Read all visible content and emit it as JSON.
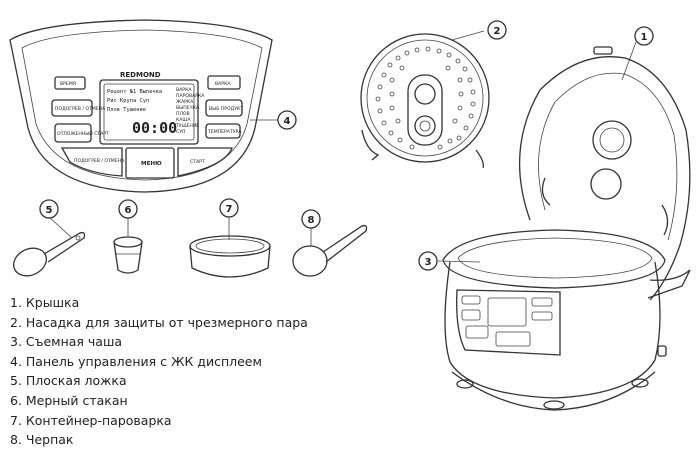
{
  "panel": {
    "brand": "REDMOND",
    "left_buttons": [
      "ВРЕМЯ",
      "ПОДОГРЕВ / ОТМЕНА",
      "ОТЛОЖЕННЫЙ СТАРТ"
    ],
    "right_buttons": [
      "ВАРКА",
      "ВЫБ ПРОДУКТ",
      "ТЕМПЕРАТУРА"
    ],
    "bottom_buttons": [
      "ПОДОГРЕВ / ОТМЕНА",
      "МЕНЮ",
      "СТАРТ"
    ],
    "lcd_rows": [
      "Рецепт №1 Выпечка",
      "Рис  Крупа  Суп",
      "Плов   Тушение"
    ],
    "lcd_time": "00:00",
    "mode_labels": [
      "ВАРКА",
      "ПАРОВАРКА",
      "ЖАРКА",
      "ВЫПЕЧКА",
      "ПЛОВ",
      "КАША",
      "ТУШЕНИЕ",
      "СУП"
    ]
  },
  "callouts": [
    "1",
    "2",
    "3",
    "4",
    "5",
    "6",
    "7",
    "8"
  ],
  "legend": [
    "1. Крышка",
    "2. Насадка для защиты от чрезмерного пара",
    "3. Съемная чаша",
    "4. Панель управления с ЖК дисплеем",
    "5. Плоская ложка",
    "6. Мерный стакан",
    "7. Контейнер-пароварка",
    "8. Черпак"
  ]
}
